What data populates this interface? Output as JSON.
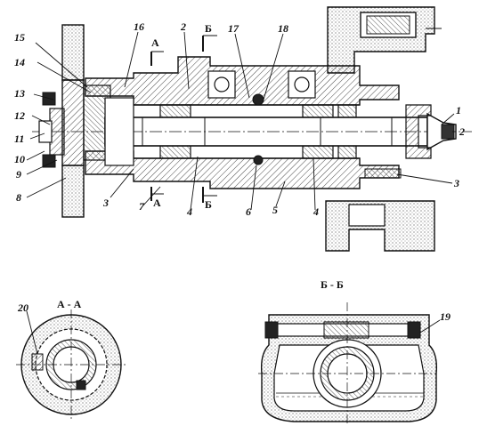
{
  "drawing": {
    "callouts": {
      "c1": "1",
      "c2a": "2",
      "c2b": "2",
      "c3a": "3",
      "c3b": "3",
      "c4a": "4",
      "c4b": "4",
      "c5": "5",
      "c6": "6",
      "c7": "7",
      "c8": "8",
      "c9": "9",
      "c10": "10",
      "c11": "11",
      "c12": "12",
      "c13": "13",
      "c14": "14",
      "c15": "15",
      "c16": "16",
      "c17": "17",
      "c18": "18",
      "c19": "19",
      "c20": "20"
    },
    "section_marks": {
      "a_top": "А",
      "a_bottom": "А",
      "b_top": "Б",
      "b_bottom": "Б"
    },
    "section_titles": {
      "aa": "А - А",
      "bb": "Б - Б"
    }
  }
}
